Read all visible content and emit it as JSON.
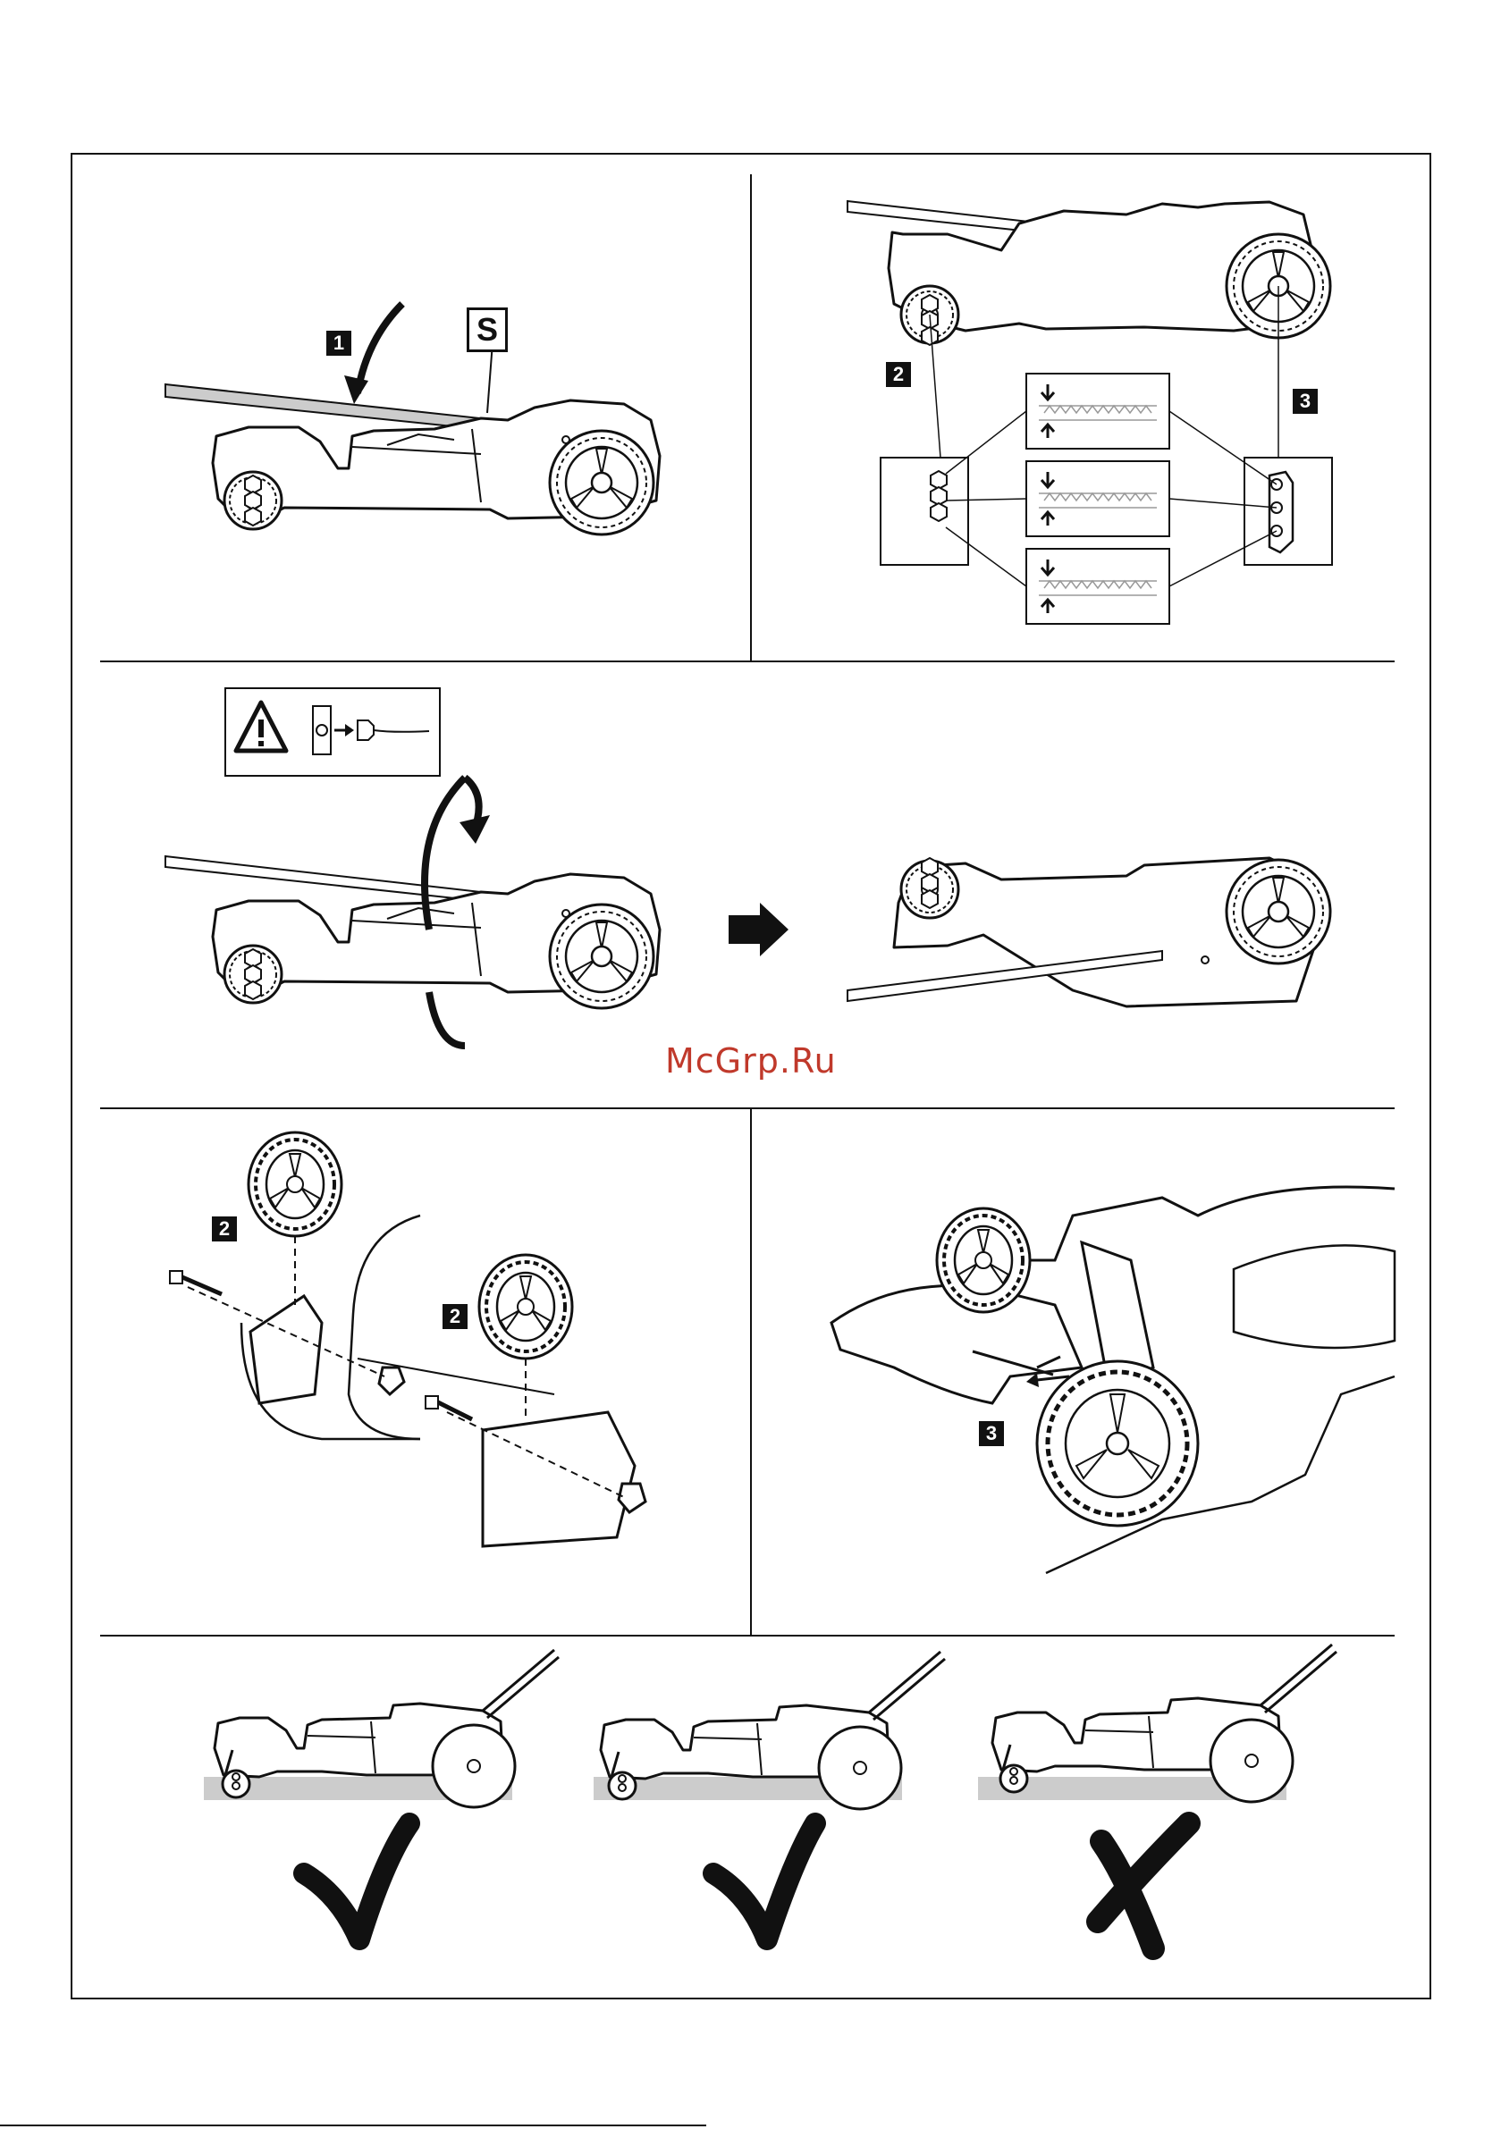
{
  "watermark": "McGrp.Ru",
  "callouts": {
    "panel1_step": "1",
    "panel1_s": "S",
    "panel2_left": "2",
    "panel2_right": "3",
    "panel5_left": "2",
    "panel5_right": "2",
    "panel6": "3"
  },
  "icons": {
    "warning": "warning-triangle-icon",
    "unplug": "unplug-icon",
    "arrow": "arrow-right-icon",
    "ok": "checkmark-icon",
    "bad": "cross-icon"
  },
  "colors": {
    "line": "#111111",
    "ground": "#cccccc",
    "watermark": "#c0392b"
  }
}
